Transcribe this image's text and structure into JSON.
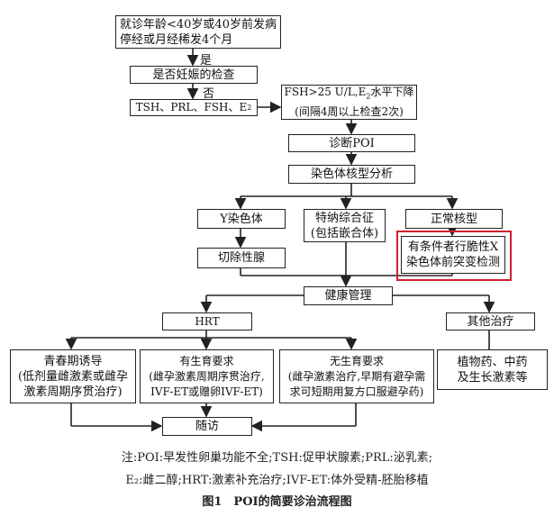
{
  "nodes": {
    "start_line1": "就诊年龄<40岁或40岁前发病",
    "start_line2": "停经或月经稀发4个月",
    "yes": "是",
    "pregnancy": "是否妊娠的检查",
    "no": "否",
    "tests": "TSH、PRL、FSH、E",
    "tests_sub": "2",
    "fsh_line1a": "FSH>25 U/L,E",
    "fsh_sub": "2",
    "fsh_line1b": "水平下降",
    "fsh_line2": "(间隔4周以上检查2次)",
    "diagnose": "诊断POI",
    "karyotype": "染色体核型分析",
    "y_chrom": "Y染色体",
    "gonadectomy": "切除性腺",
    "turner_line1": "特纳综合征",
    "turner_line2": "(包括嵌合体)",
    "normal": "正常核型",
    "fragilex_line1": "有条件者行脆性X",
    "fragilex_line2": "染色体前突变检测",
    "health": "健康管理",
    "hrt": "HRT",
    "other": "其他治疗",
    "puberty_line1": "青春期诱导",
    "puberty_line2": "(低剂量雌激素或雌孕",
    "puberty_line3": "激素周期序贯治疗)",
    "fertile_line1": "有生育要求",
    "fertile_line2": "(雌孕激素周期序贯治疗,",
    "fertile_line3": "IVF-ET或赠卵IVF-ET)",
    "nofertile_line1": "无生育要求",
    "nofertile_line2": "(雌孕激素治疗,早期有避孕需",
    "nofertile_line3": "求可短期用复方口服避孕药)",
    "herbal_line1": "植物药、中药",
    "herbal_line2": "及生长激素等",
    "followup": "随访"
  },
  "caption": {
    "note1": "注:POI:早发性卵巢功能不全;TSH:促甲状腺素;PRL:泌乳素;",
    "note2": "E₂:雌二醇;HRT:激素补充治疗;IVF-ET:体外受精-胚胎移植",
    "title": "图1　POI的简要诊治流程图"
  },
  "colors": {
    "highlight": "#d0202a",
    "line": "#222222"
  }
}
